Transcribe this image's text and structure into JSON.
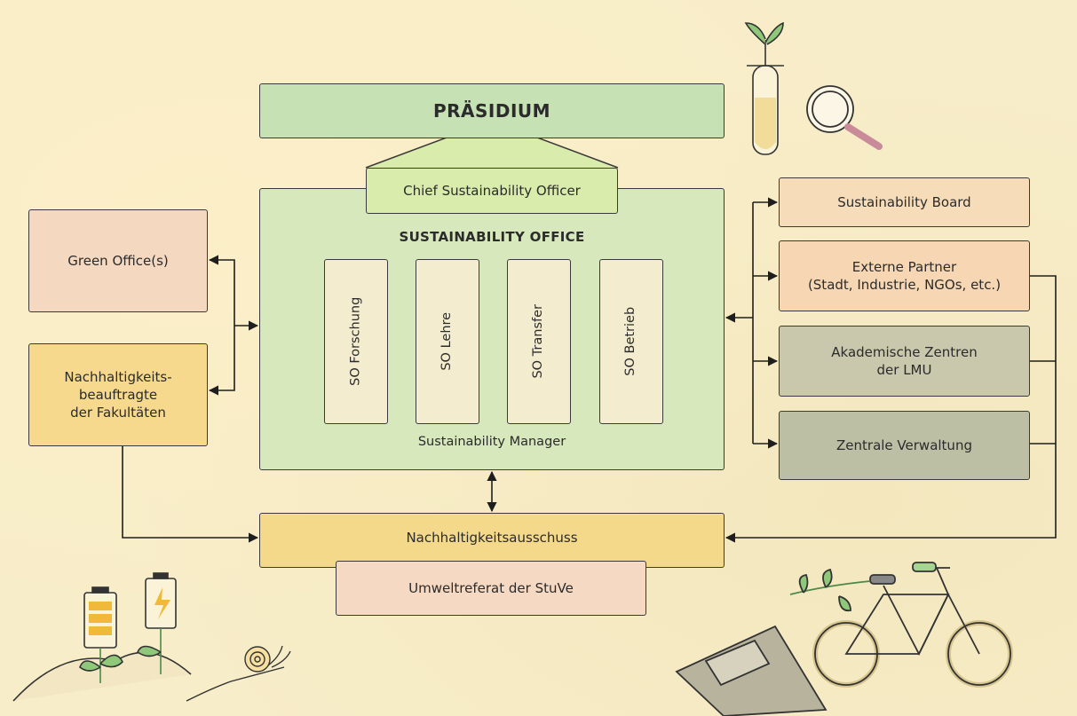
{
  "nodes": {
    "praesidium": "PRÄSIDIUM",
    "chief_officer": "Chief Sustainability Officer",
    "sustainability_office": "SUSTAINABILITY OFFICE",
    "so_forschung": "SO Forschung",
    "so_lehre": "SO Lehre",
    "so_transfer": "SO Transfer",
    "so_betrieb": "SO Betrieb",
    "sustainability_manager": "Sustainability Manager",
    "green_office": "Green Office(s)",
    "nachhaltigkeitsbeauftragte": "Nachhaltigkeits-\nbeauftragte\nder Fakultäten",
    "sustainability_board": "Sustainability Board",
    "externe_partner": "Externe Partner\n(Stadt, Industrie, NGOs, etc.)",
    "akademische_zentren": "Akademische Zentren\nder LMU",
    "zentrale_verwaltung": "Zentrale Verwaltung",
    "nachhaltigkeitsausschuss": "Nachhaltigkeitsausschuss",
    "umweltreferat": "Umweltreferat der StuVe"
  },
  "icons": [
    "plant-test-tube-icon",
    "magnifier-icon",
    "battery-plant-icon",
    "snail-icon",
    "bicycle-icon",
    "book-icon"
  ],
  "colors": {
    "background": "#f7edc8",
    "praesidium": "#c6e2b4",
    "office": "#d8e8bd",
    "green_office": "#f5d8c0",
    "faculty": "#f6d98d",
    "dark_box": "#c9c7ac"
  }
}
